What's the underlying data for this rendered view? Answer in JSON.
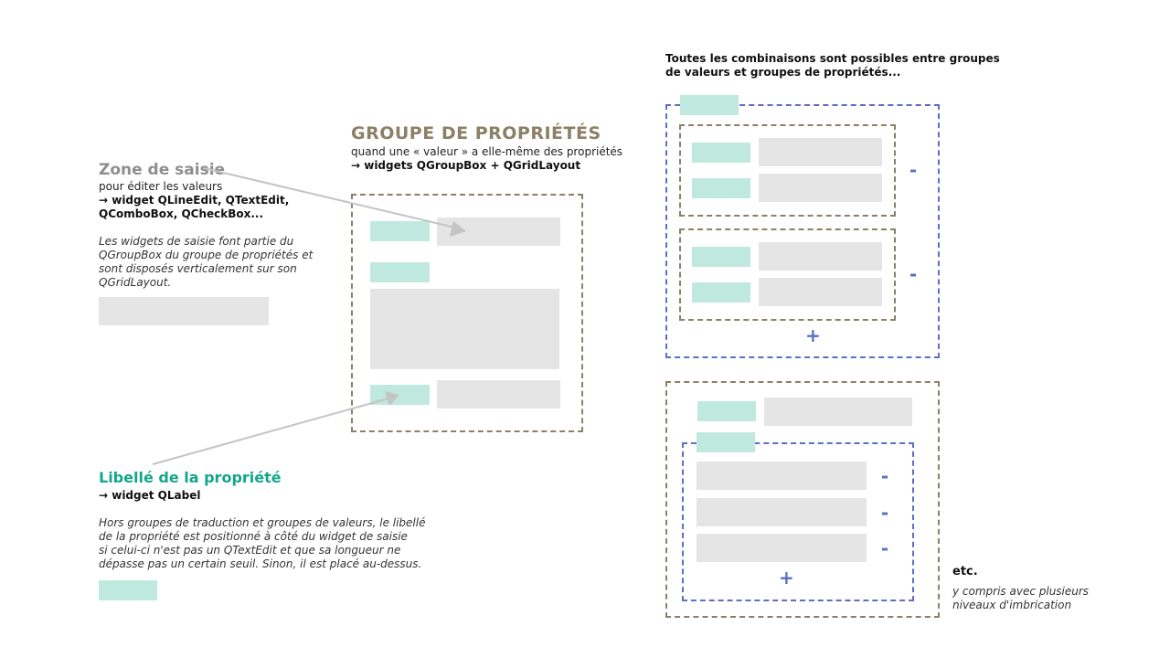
{
  "zone": {
    "title": "Zone de saisie",
    "subtitle": "pour éditer les valeurs",
    "widgets": "→ widget QLineEdit, QTextEdit,\nQComboBox, QCheckBox...",
    "note": "Les widgets de saisie font partie du\nQGroupBox du groupe de propriétés et\nsont disposés verticalement sur son\nQGridLayout."
  },
  "groupe": {
    "title": "GROUPE DE PROPRIÉTÉS",
    "subtitle": "quand une « valeur » a elle-même des propriétés",
    "widgets": "→ widgets QGroupBox + QGridLayout"
  },
  "libelle": {
    "title": "Libellé de la propriété",
    "widgets": "→ widget QLabel",
    "note": "Hors groupes de traduction et groupes de valeurs, le libellé\nde la propriété est positionné à côté du widget de saisie\nsi celui-ci n'est pas un QTextEdit et que sa longueur ne\ndépasse pas un certain seuil. Sinon, il est placé au-dessus."
  },
  "combos": {
    "text": "Toutes les combinaisons sont possibles entre groupes\nde valeurs et groupes de propriétés..."
  },
  "etc": {
    "title": "etc.",
    "note": "y compris avec plusieurs\nniveaux d'imbrication"
  },
  "symbols": {
    "minus": "-",
    "plus": "+"
  },
  "colors": {
    "label_fill": "#bfe9df",
    "field_fill": "#e5e5e5",
    "property_group_border": "#8c8066",
    "value_group_border": "#5b6fc4",
    "teal_title": "#14a58c",
    "gray_title": "#8e8e8e"
  }
}
